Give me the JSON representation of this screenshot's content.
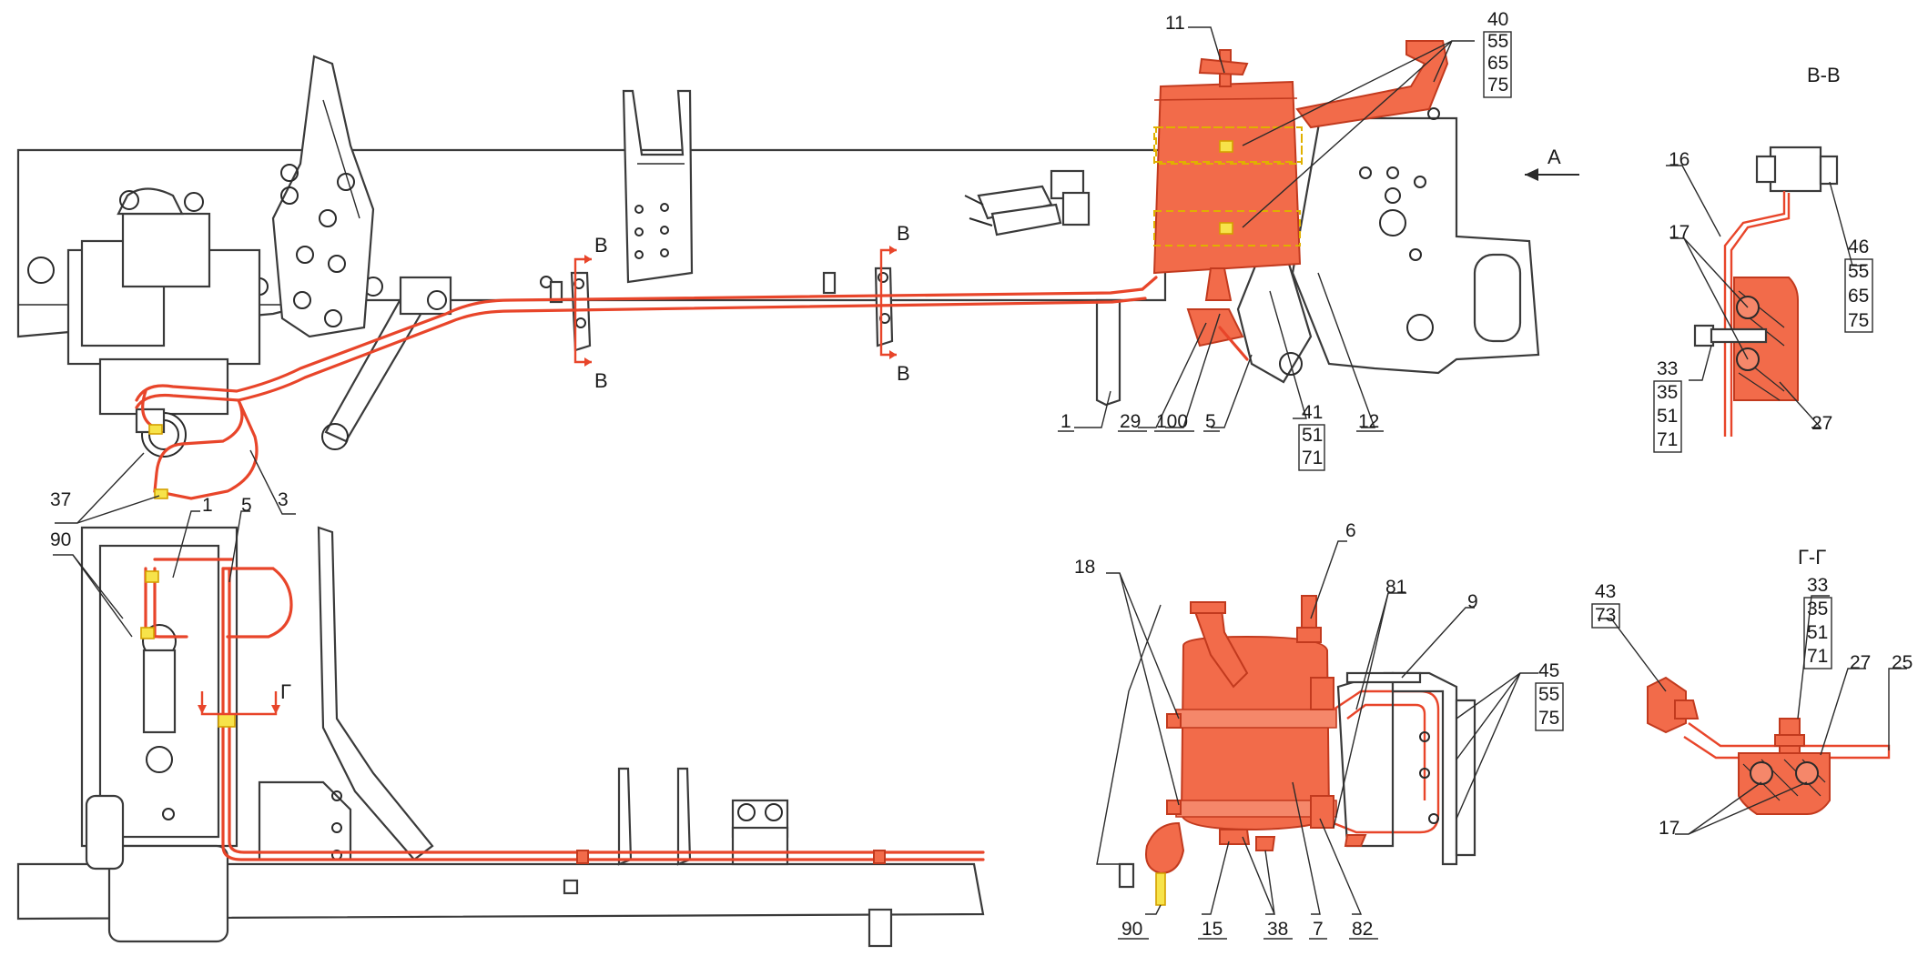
{
  "section_titles": {
    "bb": "В-В",
    "gg": "Г-Г"
  },
  "view_markers": {
    "a": "А",
    "b": "В",
    "g": "Г"
  },
  "callouts": {
    "n11": "11",
    "g40": [
      "40",
      "55",
      "65",
      "75"
    ],
    "n1": "1",
    "n29": "29",
    "n100": "100",
    "n5": "5",
    "g41": [
      "41",
      "51",
      "71"
    ],
    "n12": "12",
    "n37": "37",
    "n3": "3",
    "n90": "90",
    "n1b": "1",
    "n5b": "5",
    "n16": "16",
    "n17": "17",
    "g46": [
      "46",
      "55",
      "65",
      "75"
    ],
    "g33": [
      "33",
      "35",
      "51",
      "71"
    ],
    "n27": "27",
    "g43": [
      "43",
      "73"
    ],
    "g33b": [
      "33",
      "35",
      "51",
      "71"
    ],
    "n27b": "27",
    "n25": "25",
    "n17b": "17",
    "n18": "18",
    "n6": "6",
    "n81": "81",
    "n9": "9",
    "g45": [
      "45",
      "55",
      "75"
    ],
    "n90b": "90",
    "n15": "15",
    "n38": "38",
    "n7": "7",
    "n82": "82"
  },
  "colors": {
    "pipe": "#e8452a",
    "tank": "#f26b4a",
    "strap_highlight": "#f7e34a",
    "line": "#2a2a2a"
  }
}
